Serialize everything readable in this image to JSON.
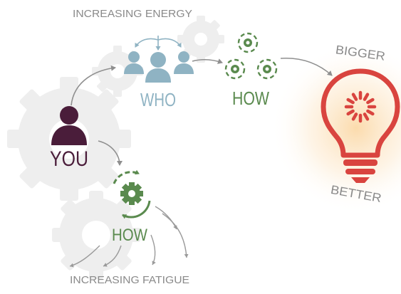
{
  "labels": {
    "increasing_energy": "INCREASING ENERGY",
    "who": "WHO",
    "how_top": "HOW",
    "you": "YOU",
    "how_bottom": "HOW",
    "increasing_fatigue": "INCREASING FATIGUE",
    "bigger": "BIGGER",
    "better": "BETTER"
  },
  "colors": {
    "you": "#4a1d3a",
    "who": "#8fb3c3",
    "how": "#5a8a4e",
    "bulb": "#d9443f",
    "gear_bg": "#eeeeee",
    "arrow": "#8f8f8f",
    "caption": "#8a8a8a"
  },
  "icons": {
    "you": "person-icon",
    "who": "people-group-icon",
    "how_top": "gears-cycle-icon",
    "how_bottom": "gear-cycle-icon",
    "idea": "lightbulb-icon"
  }
}
